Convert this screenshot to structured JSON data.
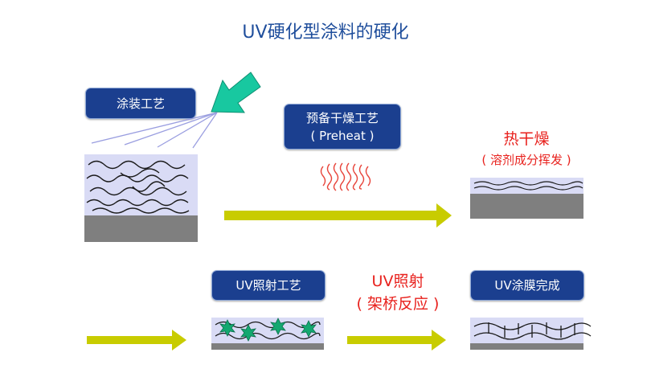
{
  "title": "UV硬化型涂料的硬化",
  "labels": {
    "coating_process": "涂装工艺",
    "predry_line1": "预备干燥工艺",
    "predry_line2": "( Preheat )",
    "heat_dry_title": "热干燥",
    "heat_dry_sub": "( 溶剂成分挥发 )",
    "uv_process": "UV照射工艺",
    "uv_irr_title": "UV照射",
    "uv_irr_sub": "( 架桥反应 )",
    "uv_done": "UV涂膜完成"
  },
  "colors": {
    "title": "#1f4e9c",
    "pill": "#1b3f8f",
    "red_text": "#e8211d",
    "arrow": "#c8cc00",
    "spray_arrow": "#18c8a0",
    "coating_layer": "#d9dbf5",
    "substrate": "#7f7f7f",
    "heat_waves": "#e8443a",
    "star": "#14a870"
  }
}
